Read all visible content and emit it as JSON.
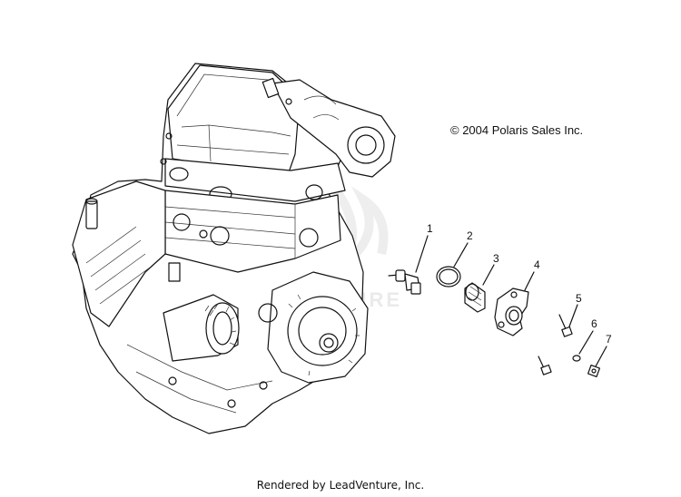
{
  "copyright": "© 2004 Polaris Sales Inc.",
  "footer": "Rendered by LeadVenture, Inc.",
  "watermark": "LEADVENTURE",
  "callouts": [
    "1",
    "2",
    "3",
    "4",
    "5",
    "6",
    "7"
  ]
}
